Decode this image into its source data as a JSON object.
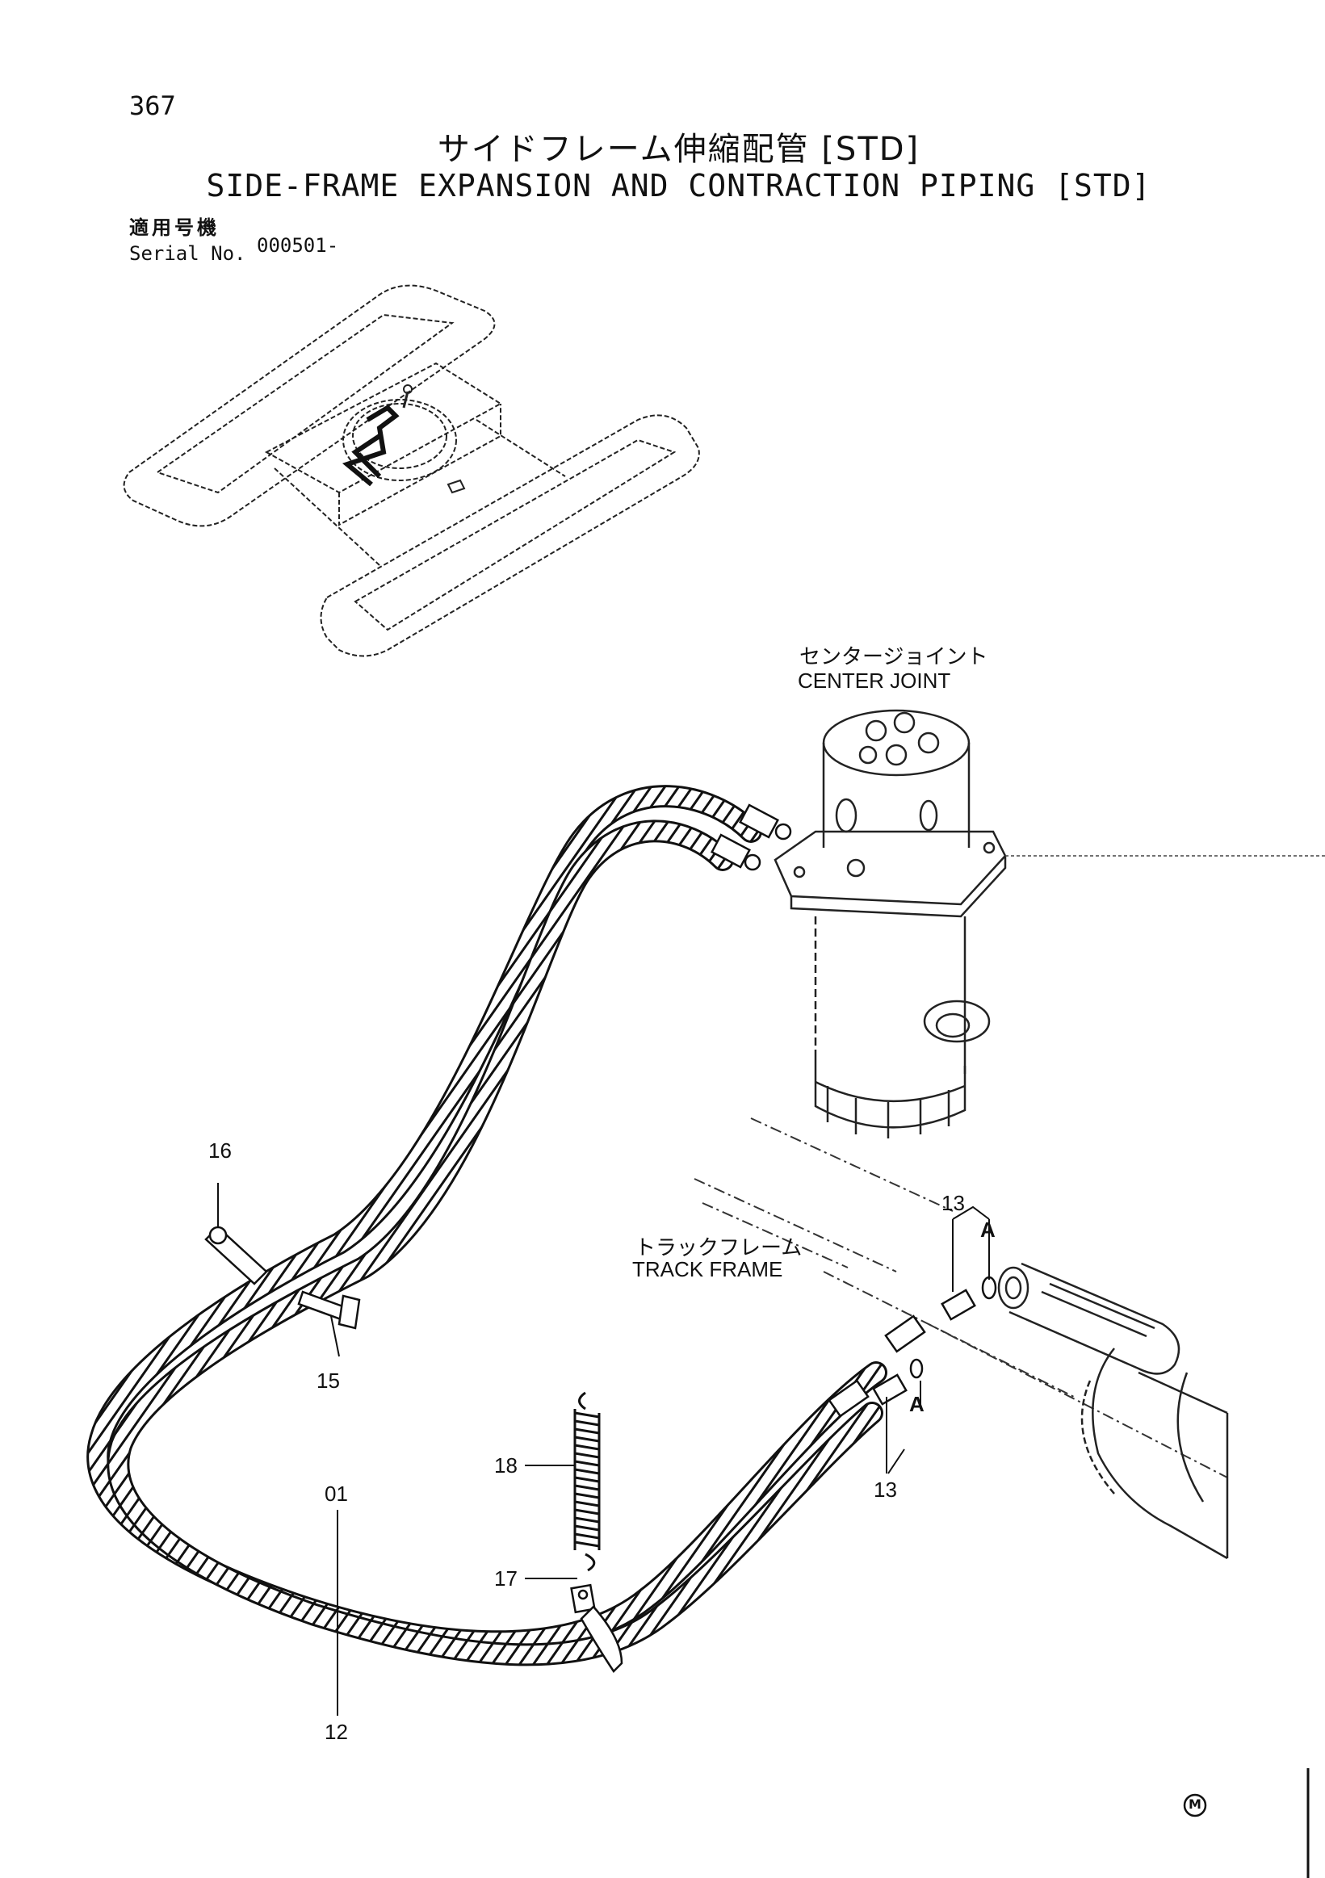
{
  "header": {
    "page_number": "367",
    "title_jp": "サイドフレーム伸縮配管 [STD]",
    "title_en": "SIDE-FRAME EXPANSION AND CONTRACTION PIPING [STD]",
    "serial_label_jp": "適用号機",
    "serial_label_en": "Serial No.",
    "serial_value": "000501-"
  },
  "labels": {
    "center_joint_jp": "センタージョイント",
    "center_joint_en": "CENTER JOINT",
    "track_frame_jp": "トラックフレーム",
    "track_frame_en": "TRACK FRAME"
  },
  "callouts": {
    "c16": "16",
    "c15": "15",
    "c18": "18",
    "c01": "01",
    "c17": "17",
    "c12": "12",
    "c13_top": "13",
    "c13_bottom": "13",
    "a_top": "A",
    "a_bottom": "A"
  },
  "footer": {
    "mark": "M"
  }
}
